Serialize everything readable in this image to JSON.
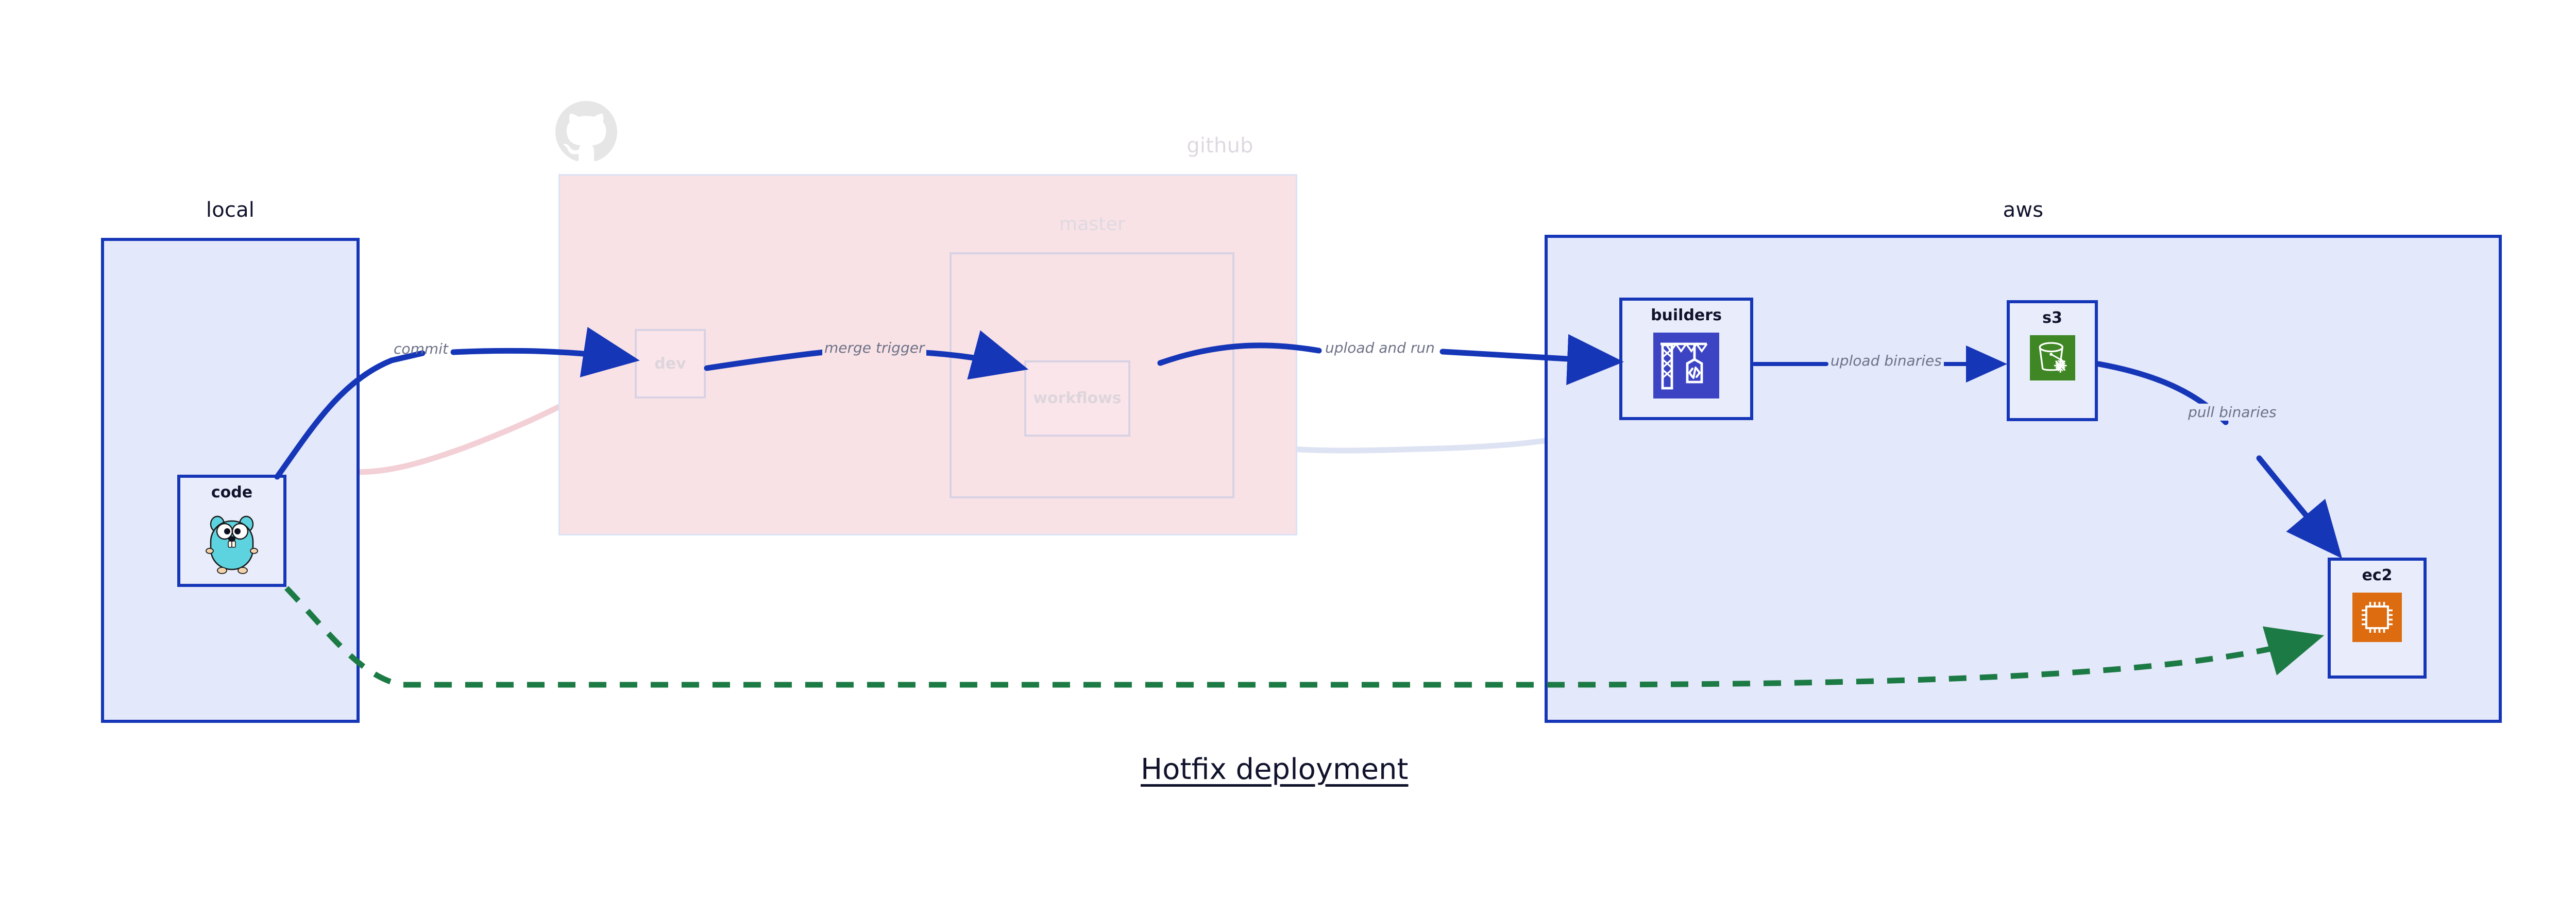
{
  "diagram": {
    "title": "Hotfix deployment",
    "background": "#ffffff",
    "accent_blue": "#1636b8",
    "accent_green": "#1c7a44",
    "label_gray": "#6d7287"
  },
  "groups": [
    {
      "id": "local",
      "label": "local",
      "fill": "#e3e8fb",
      "stroke": "#1636b8",
      "faded": false
    },
    {
      "id": "github",
      "label": "github",
      "fill": "#f9e2e6",
      "stroke": "#dbe2f5",
      "faded": true,
      "logo": "github-octocat-icon"
    },
    {
      "id": "master",
      "label": "master",
      "fill": "transparent",
      "stroke": "#d8d2e4",
      "faded": true
    },
    {
      "id": "aws",
      "label": "aws",
      "fill": "#e3e8fb",
      "stroke": "#1636b8",
      "faded": false
    }
  ],
  "nodes": [
    {
      "id": "code",
      "label": "code",
      "icon": "go-gopher-icon",
      "group": "local",
      "faded": false
    },
    {
      "id": "dev",
      "label": "dev",
      "icon": "none",
      "group": "github",
      "faded": true
    },
    {
      "id": "workflows",
      "label": "workflows",
      "icon": "none",
      "group": "master",
      "faded": true
    },
    {
      "id": "builders",
      "label": "builders",
      "icon": "aws-codebuild-crane-icon",
      "icon_color": "#3c44c4",
      "group": "aws",
      "faded": false
    },
    {
      "id": "s3",
      "label": "s3",
      "icon": "aws-s3-glacier-bucket-icon",
      "icon_color": "#3f8624",
      "group": "aws",
      "faded": false
    },
    {
      "id": "ec2",
      "label": "ec2",
      "icon": "aws-ec2-chip-icon",
      "icon_color": "#dd6b10",
      "group": "aws",
      "faded": false
    }
  ],
  "edges": [
    {
      "id": "code-to-dev",
      "label": "commit",
      "from": "code",
      "to": "dev",
      "color": "#1636b8",
      "style": "solid",
      "faded": false
    },
    {
      "id": "dev-to-workflows",
      "label": "merge trigger",
      "from": "dev",
      "to": "workflows",
      "color": "#1636b8",
      "style": "solid",
      "faded": false
    },
    {
      "id": "workflows-to-builders",
      "label": "upload and run",
      "from": "workflows",
      "to": "builders",
      "color": "#1636b8",
      "style": "solid",
      "faded": false
    },
    {
      "id": "builders-to-s3",
      "label": "upload binaries",
      "from": "builders",
      "to": "s3",
      "color": "#1636b8",
      "style": "solid",
      "faded": false
    },
    {
      "id": "s3-to-ec2",
      "label": "pull binaries",
      "from": "s3",
      "to": "ec2",
      "color": "#1636b8",
      "style": "solid",
      "faded": false
    },
    {
      "id": "code-to-ec2-hotfix",
      "label": "",
      "from": "code",
      "to": "ec2",
      "color": "#1c7a44",
      "style": "dashed",
      "faded": false
    },
    {
      "id": "faded-code-to-dev",
      "label": "",
      "from": "code",
      "to": "dev",
      "color": "#f3cfd6",
      "style": "solid",
      "faded": true
    },
    {
      "id": "faded-dev-to-workflows",
      "label": "",
      "from": "dev",
      "to": "workflows",
      "color": "#ded9ea",
      "style": "solid",
      "faded": true
    },
    {
      "id": "faded-workflows-to-builders",
      "label": "",
      "from": "workflows",
      "to": "builders",
      "color": "#dee3f3",
      "style": "solid",
      "faded": true
    }
  ]
}
